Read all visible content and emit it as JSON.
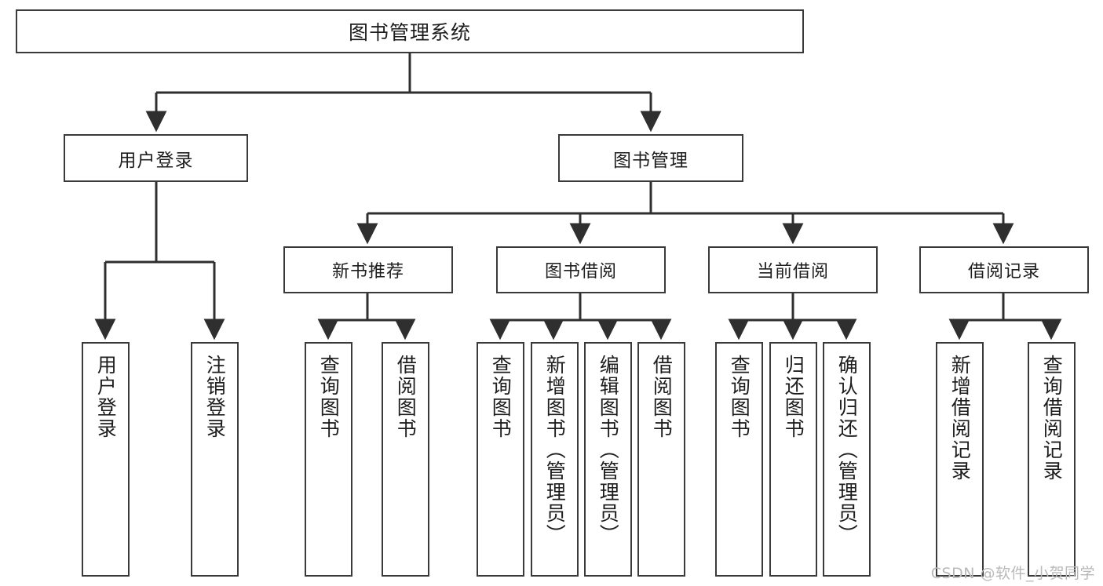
{
  "diagram": {
    "title": "图书管理系统",
    "type": "tree-hierarchy",
    "watermark": "CSDN @软件_小贺同学",
    "colors": {
      "box_border": "#3a3a3a",
      "box_fill": "#ffffff",
      "edge": "#2f2f2f",
      "text": "#1d1d1d",
      "watermark": "#b9b9b9",
      "background": "#ffffff"
    },
    "nodes": {
      "root": {
        "label": "图书管理系统"
      },
      "level1": [
        {
          "id": "user-login",
          "label": "用户登录"
        },
        {
          "id": "book-manage",
          "label": "图书管理"
        }
      ],
      "level2": [
        {
          "id": "new-book-recommend",
          "label": "新书推荐"
        },
        {
          "id": "book-borrow",
          "label": "图书借阅"
        },
        {
          "id": "current-borrow",
          "label": "当前借阅"
        },
        {
          "id": "borrow-record",
          "label": "借阅记录"
        }
      ],
      "leaves": {
        "user_login": [
          {
            "id": "leaf-user-login",
            "label": "用户登录"
          },
          {
            "id": "leaf-logout-login",
            "label": "注销登录"
          }
        ],
        "new_book_recommend": [
          {
            "id": "leaf-query-book-1",
            "label": "查询图书"
          },
          {
            "id": "leaf-borrow-book-1",
            "label": "借阅图书"
          }
        ],
        "book_borrow": [
          {
            "id": "leaf-query-book-2",
            "label": "查询图书"
          },
          {
            "id": "leaf-add-book",
            "label": "新增图书（管理员）"
          },
          {
            "id": "leaf-edit-book",
            "label": "编辑图书（管理员）"
          },
          {
            "id": "leaf-borrow-book-2",
            "label": "借阅图书"
          }
        ],
        "current_borrow": [
          {
            "id": "leaf-query-book-3",
            "label": "查询图书"
          },
          {
            "id": "leaf-return-book",
            "label": "归还图书"
          },
          {
            "id": "leaf-confirm-return",
            "label": "确认归还（管理员）"
          }
        ],
        "borrow_record": [
          {
            "id": "leaf-add-record",
            "label": "新增借阅记录"
          },
          {
            "id": "leaf-query-record",
            "label": "查询借阅记录"
          }
        ]
      }
    }
  }
}
